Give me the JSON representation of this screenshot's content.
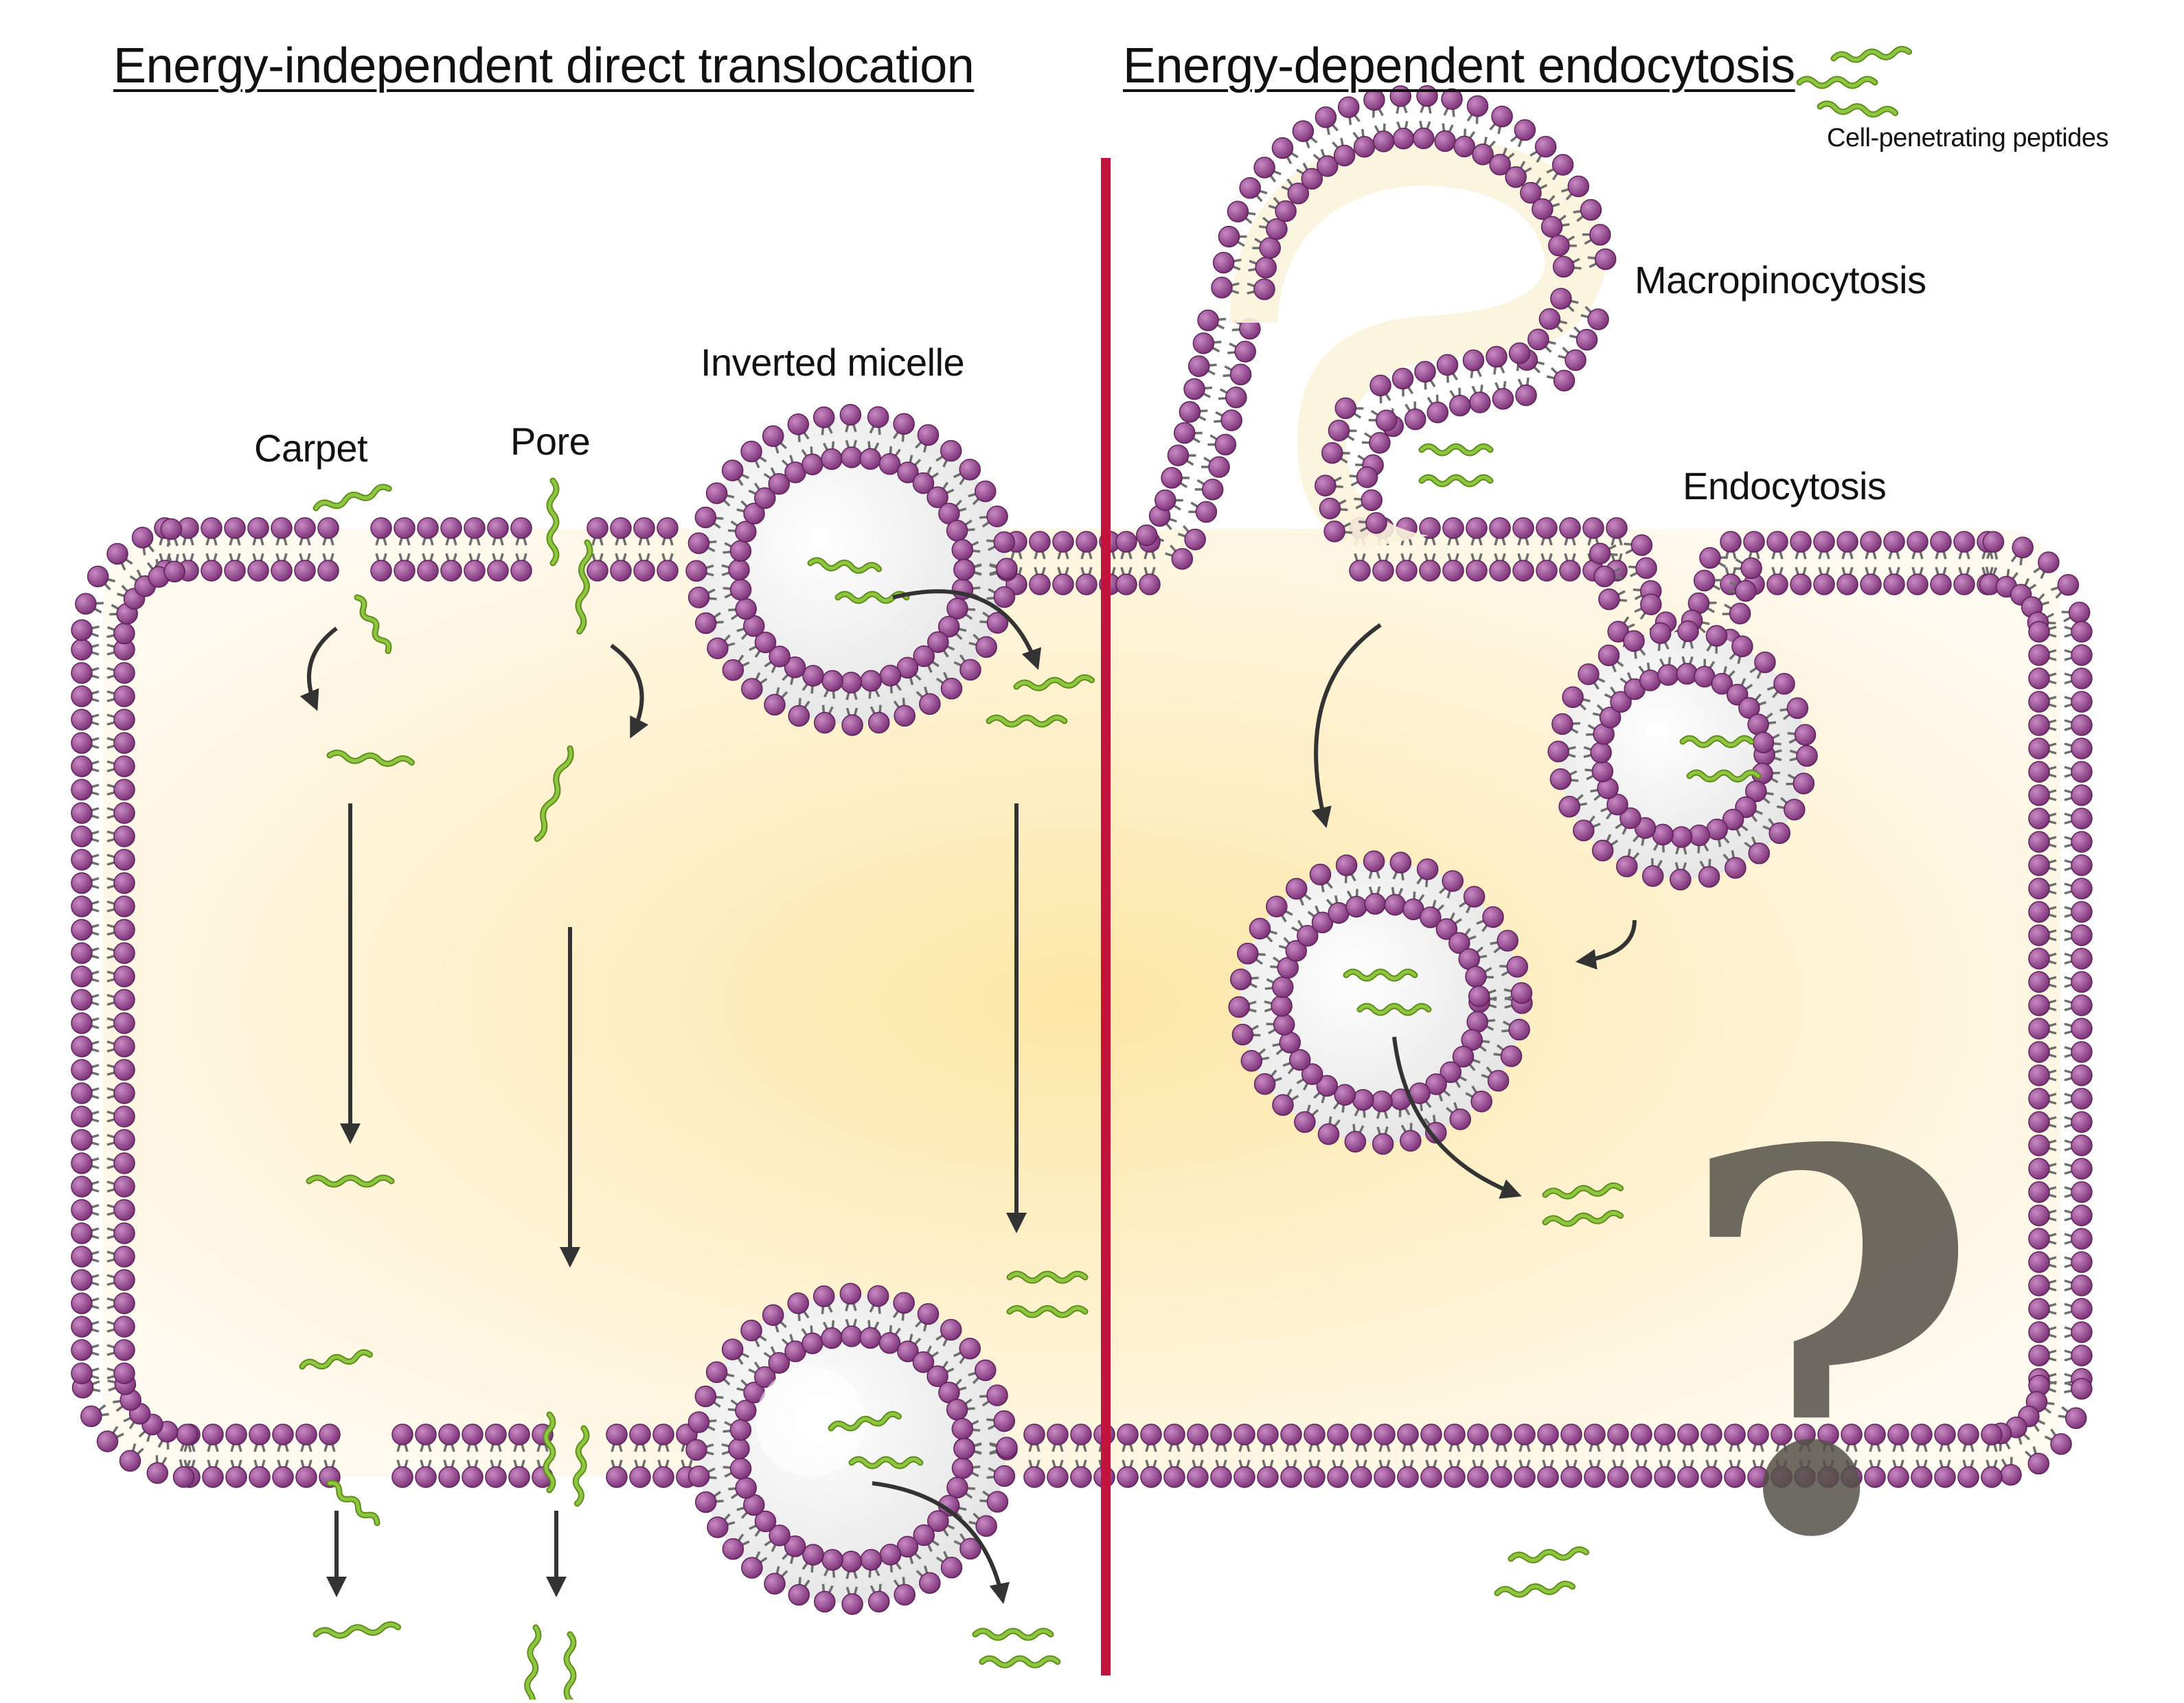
{
  "headings": {
    "left": "Energy-independent direct translocation",
    "right": "Energy-dependent endocytosis"
  },
  "legend": {
    "label": "Cell-penetrating peptides"
  },
  "labels": {
    "carpet": "Carpet",
    "pore": "Pore",
    "inverted_micelle": "Inverted micelle",
    "macropinocytosis": "Macropinocytosis",
    "endocytosis": "Endocytosis",
    "question": "?"
  },
  "colors": {
    "lipid_head": "#8b3f86",
    "lipid_tail": "#6e6e6e",
    "peptide": "#8dc63f",
    "divider": "#c0143c",
    "cytoplasm": "#fff3cf",
    "arrow": "#333333"
  }
}
